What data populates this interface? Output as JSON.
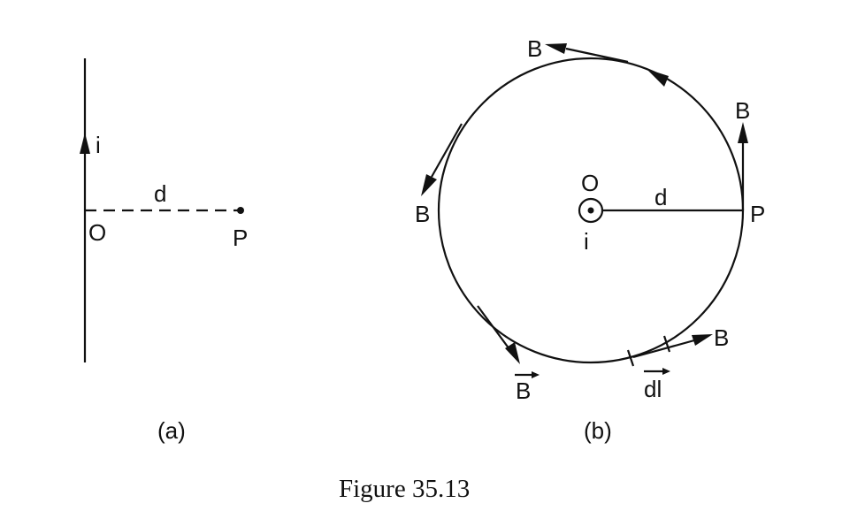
{
  "figure": {
    "caption": "Figure 35.13",
    "panel_a": {
      "tag": "(a)",
      "current_label": "i",
      "origin_label": "O",
      "distance_label": "d",
      "point_label": "P"
    },
    "panel_b": {
      "tag": "(b)",
      "center_label": "O",
      "current_label": "i",
      "radius_label": "d",
      "point_label": "P",
      "field_label": "B",
      "field_vector_label": "B",
      "element_label": "dl"
    }
  }
}
